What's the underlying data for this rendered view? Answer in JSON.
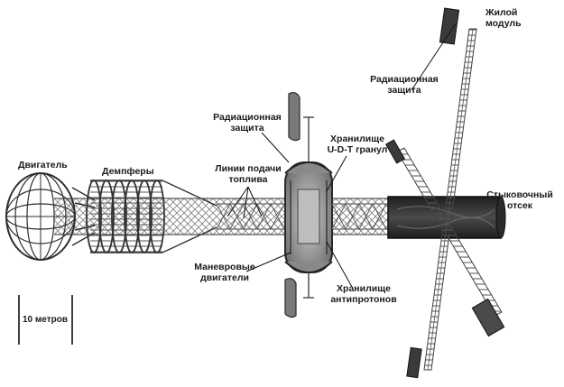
{
  "labels": {
    "engine": "Двигатель",
    "dampers": "Демпферы",
    "fuel_lines": "Линии подачи\nтоплива",
    "rad_shield_center": "Радиационная\nзащита",
    "udt_storage": "Хранилище\nU-D-T гранул",
    "maneuver": "Маневровые\nдвигатели",
    "antiproton": "Хранилище\nантипротонов",
    "rad_shield_top": "Радиационная\nзащита",
    "habitat": "Жилой\nмодуль",
    "docking": "Стыковочный\nотсек"
  },
  "scale_bar": {
    "label": "10 метров"
  },
  "colors": {
    "structure": "#555555",
    "dark": "#2a2a2a",
    "leader": "#111111",
    "hull": "#3a3a3a"
  }
}
